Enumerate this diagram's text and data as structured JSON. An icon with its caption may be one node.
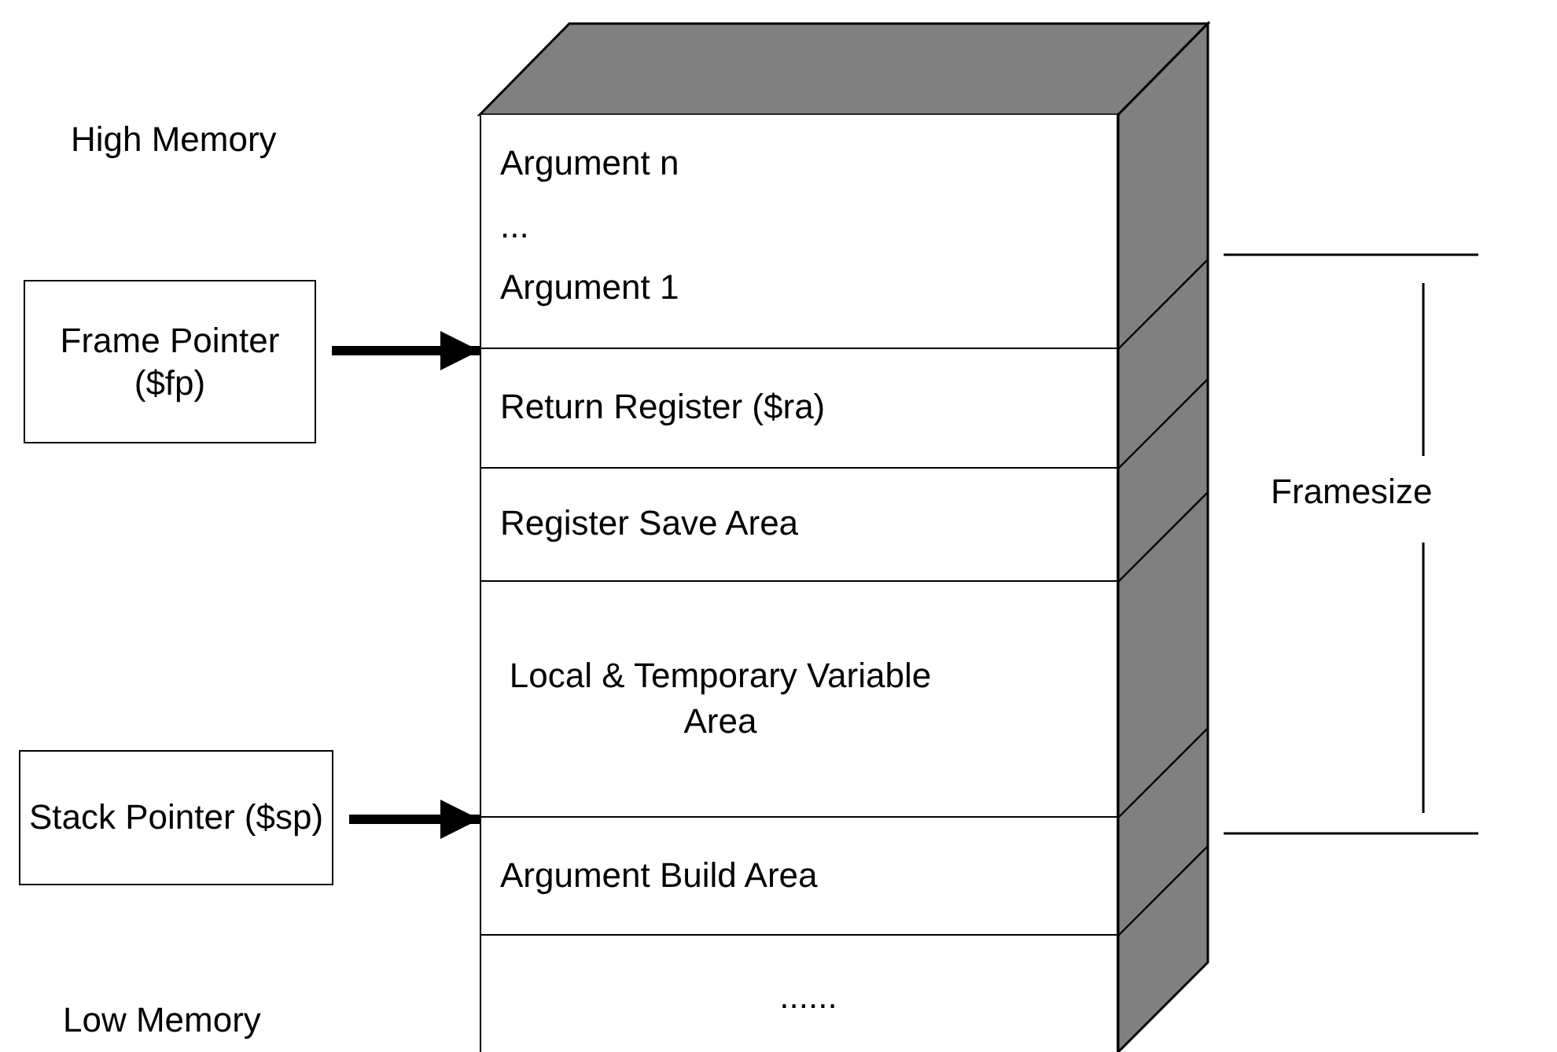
{
  "diagram": {
    "nodes": [
      {
        "text": [
          "Frame Pointer ($fp)"
        ]
      },
      {
        "text": [
          "Stack Pointer ($sp)"
        ]
      },
      {
        "text": [
          "Argument n",
          "...",
          "Argument 1"
        ]
      },
      {
        "text": [
          "Return Register ($ra)"
        ]
      },
      {
        "text": [
          "Register Save Area"
        ]
      },
      {
        "text": [
          "Local & Temporary Variable Area"
        ]
      },
      {
        "text": [
          "Argument Build Area"
        ]
      },
      {
        "text": [
          "......"
        ]
      }
    ],
    "edges": [
      {
        "from": 0,
        "to": 3,
        "arrow": "to"
      },
      {
        "from": 1,
        "to": 6,
        "arrow": "to"
      }
    ],
    "labels": [
      "High Memory",
      "Framesize",
      "Low Memory"
    ]
  }
}
